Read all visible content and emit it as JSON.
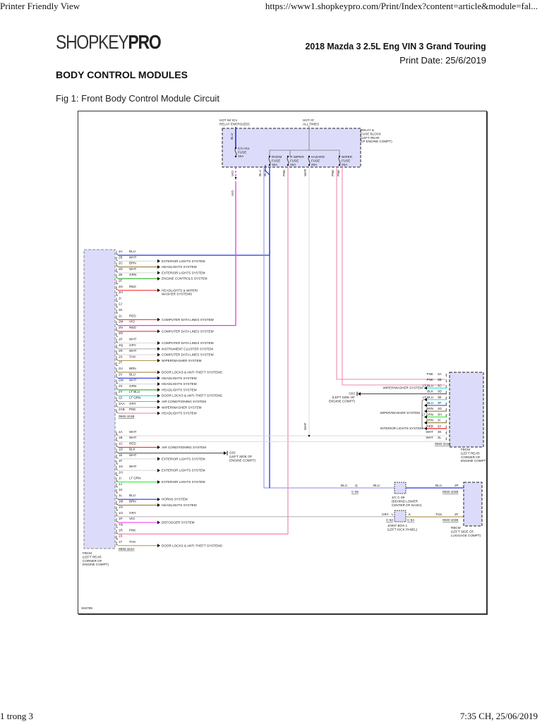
{
  "browser": {
    "header_left": "Printer Friendly View",
    "header_right": "https://www1.shopkeypro.com/Print/Index?content=article&module=fal...",
    "footer_left": "1 trong 3",
    "footer_right": "7:35 CH, 25/06/2019"
  },
  "page": {
    "logo_shopkey": "SHOPKEY",
    "logo_pro": "PRO",
    "vehicle": "2018 Mazda 3 2.5L Eng VIN 3 Grand Touring",
    "print_date": "Print Date: 25/6/2019",
    "section_title": "BODY CONTROL MODULES",
    "figure_caption": "Fig 1: Front Body Control Module Circuit"
  },
  "diagram": {
    "figure_id": "S63789",
    "fuse_block": {
      "label": [
        "RELAY &",
        "FUSE BLOCK",
        "(LEFT REAR",
        "OF ENGINE COMPT)"
      ],
      "hot_ig1": [
        "HOT W/ IG1",
        "RELAY ENERGIZED"
      ],
      "hot_all": [
        "HOT AT",
        "ALL TIMES"
      ],
      "fuses": [
        {
          "name": [
            "C/U IG1",
            "FUSE",
            "15A"
          ]
        },
        {
          "name": [
            "ROOM",
            "FUSE",
            "15A"
          ]
        },
        {
          "name": [
            "R WIPER",
            "FUSE",
            "15A"
          ]
        },
        {
          "name": [
            "HAZARD",
            "FUSE",
            "25A"
          ]
        },
        {
          "name": [
            "WIPER",
            "FUSE",
            "25A"
          ]
        }
      ],
      "wire_labels": [
        "BLU",
        "VIO",
        "VIO",
        "BLU",
        "BLU",
        "PNK",
        "WHT",
        "PNK",
        "PNK"
      ]
    },
    "fbcm_left": {
      "label": [
        "FBCM",
        "(LEFT REAR",
        "CORNER OF",
        "ENGINE COMPT)"
      ],
      "connector_2": "0940-101B",
      "connector_1": "0940-101A",
      "pins": [
        {
          "pin": "2A",
          "color": "BLU",
          "dest": ""
        },
        {
          "pin": "2B",
          "color": "WHT",
          "dest": "EXTERIOR LIGHTS SYSTEM"
        },
        {
          "pin": "2C",
          "color": "BRN",
          "dest": "HEADLIGHTS SYSTEM"
        },
        {
          "pin": "2D",
          "color": "WHT",
          "dest": "EXTERIOR LIGHTS SYSTEM"
        },
        {
          "pin": "2E",
          "color": "GRN",
          "dest": "ENGINE CONTROLS SYSTEM"
        },
        {
          "pin": "2F",
          "color": "",
          "dest": ""
        },
        {
          "pin": "2G",
          "color": "RED",
          "dest": "HEADLIGHTS & WIPER/ WASHER SYSTEMS"
        },
        {
          "pin": "2H",
          "color": "",
          "dest": ""
        },
        {
          "pin": "2I",
          "color": "",
          "dest": ""
        },
        {
          "pin": "2J",
          "color": "",
          "dest": ""
        },
        {
          "pin": "2K",
          "color": "",
          "dest": ""
        },
        {
          "pin": "2L",
          "color": "RED",
          "dest": "COMPUTER DATA LINES SYSTEM"
        },
        {
          "pin": "2M",
          "color": "VIO",
          "dest": ""
        },
        {
          "pin": "2N",
          "color": "RED",
          "dest": "COMPUTER DATA LINES SYSTEM"
        },
        {
          "pin": "2O",
          "color": "",
          "dest": ""
        },
        {
          "pin": "2P",
          "color": "WHT",
          "dest": "COMPUTER DATA LINES SYSTEM"
        },
        {
          "pin": "2Q",
          "color": "GRY",
          "dest": "INSTRUMENT CLUSTER SYSTEM"
        },
        {
          "pin": "2R",
          "color": "WHT",
          "dest": "COMPUTER DATA LINES SYSTEM"
        },
        {
          "pin": "2S",
          "color": "TAN",
          "dest": "WIPER/WASHER SYSTEM"
        },
        {
          "pin": "2T",
          "color": "",
          "dest": ""
        },
        {
          "pin": "2U",
          "color": "BRN",
          "dest": "DOOR LOCKS & ANTI-THEFT SYSTEMS"
        },
        {
          "pin": "2V",
          "color": "BLU",
          "dest": "HEADLIGHTS SYSTEM"
        },
        {
          "pin": "2W",
          "color": "WHT",
          "dest": "HEADLIGHTS SYSTEM"
        },
        {
          "pin": "2X",
          "color": "GRN",
          "dest": "HEADLIGHTS SYSTEM"
        },
        {
          "pin": "2Y",
          "color": "LT BLU",
          "dest": "DOOR LOCKS & ANTI-THEFT SYSTEMS"
        },
        {
          "pin": "2Z",
          "color": "LT GRN",
          "dest": "AIR CONDITIONING SYSTEM"
        },
        {
          "pin": "2AA",
          "color": "GRY",
          "dest": "WIPER/WASHER SYSTEM"
        },
        {
          "pin": "2AB",
          "color": "PNK",
          "dest": "HEADLIGHTS SYSTEM"
        },
        {
          "pin": "1A",
          "color": "WHT",
          "dest": ""
        },
        {
          "pin": "1B",
          "color": "WHT",
          "dest": ""
        },
        {
          "pin": "1C",
          "color": "RED",
          "dest": "AIR CONDITIONING SYSTEM"
        },
        {
          "pin": "1D",
          "color": "BLK",
          "dest": "G02 (LEFT SIDE OF ENGINE COMPT)"
        },
        {
          "pin": "1E",
          "color": "WHT",
          "dest": "EXTERIOR LIGHTS SYSTEM"
        },
        {
          "pin": "1F",
          "color": "",
          "dest": ""
        },
        {
          "pin": "1G",
          "color": "WHT",
          "dest": "EXTERIOR LIGHTS SYSTEM"
        },
        {
          "pin": "1H",
          "color": "",
          "dest": ""
        },
        {
          "pin": "1I",
          "color": "LT GRN",
          "dest": "EXTERIOR LIGHTS SYSTEM"
        },
        {
          "pin": "1J",
          "color": "",
          "dest": ""
        },
        {
          "pin": "1K",
          "color": "",
          "dest": ""
        },
        {
          "pin": "1L",
          "color": "BLU",
          "dest": "HORNS SYSTEM"
        },
        {
          "pin": "1M",
          "color": "BRN",
          "dest": "HEADLIGHTS SYSTEM"
        },
        {
          "pin": "1N",
          "color": "",
          "dest": ""
        },
        {
          "pin": "1O",
          "color": "GRY",
          "dest": ""
        },
        {
          "pin": "1P",
          "color": "VIO",
          "dest": "DEFOGGER SYSTEM"
        },
        {
          "pin": "1Q",
          "color": "",
          "dest": ""
        },
        {
          "pin": "1R",
          "color": "PNK",
          "dest": ""
        },
        {
          "pin": "1S",
          "color": "",
          "dest": ""
        },
        {
          "pin": "1T",
          "color": "TAN",
          "dest": "DOOR LOCKS & ANTI-THEFT SYSTEMS"
        }
      ]
    },
    "fbcm_right": {
      "label": [
        "FBCM",
        "(LEFT REAR",
        "CORNER OF",
        "ENGINE COMPT)"
      ],
      "connector": "0940-101C",
      "pins": [
        {
          "pin": "3A",
          "color": "PNK"
        },
        {
          "pin": "3B",
          "color": "PNK"
        },
        {
          "pin": "3C",
          "color": "LT BLU"
        },
        {
          "pin": "3D",
          "color": "BLK"
        },
        {
          "pin": "3E",
          "color": "LT BLU"
        },
        {
          "pin": "3F",
          "color": "BLU"
        },
        {
          "pin": "3G",
          "color": "BRN"
        },
        {
          "pin": "3H",
          "color": "LT GRN"
        },
        {
          "pin": "3I",
          "color": "BRN"
        },
        {
          "pin": "3J",
          "color": "RED"
        },
        {
          "pin": "3K",
          "color": "WHT"
        },
        {
          "pin": "3L",
          "color": "WHT"
        }
      ],
      "dest_wiper1": "WIPER/WASHER SYSTEM",
      "dest_wiper2": "WIPER/WASHER SYSTEM",
      "dest_interior": "INTERIOR LIGHTS SYSTEM",
      "ground": [
        "G02",
        "(LEFT SIDE OF",
        "ENGINE COMPT)"
      ]
    },
    "splice_wht": "WHT",
    "jc": {
      "label": [
        "J/C C-39",
        "(BEHIND LOWER",
        "CENTER OF DASH)"
      ],
      "in_color": "BLU",
      "in_pin": "Q",
      "in_conn": "C-06",
      "mid_color": "BLU"
    },
    "joint_box": {
      "label": [
        "JOINT BOX 1",
        "(LEFT KICK PANEL)"
      ],
      "in_color": "GRY",
      "in_pin": "L",
      "in_conn": "C-52",
      "out_pin": "K",
      "out_conn": "C-54"
    },
    "rbcm": {
      "label": [
        "RBCM",
        "(LEFT SIDE OF",
        "LUGGAGE COMPT)"
      ],
      "pin_2p": "2P",
      "pin_2p_color": "BLU",
      "conn_2p": "0940-102B",
      "pin_2f": "2F",
      "pin_2f_color": "TAN",
      "conn_2f": "0940-102B"
    },
    "colors": {
      "BLU": "#2233dd",
      "WHT": "#d8d8d8",
      "BRN": "#9a7a3a",
      "GRN": "#22aa22",
      "RED": "#ee3333",
      "VIO": "#ee33ee",
      "GRY": "#b0b0b0",
      "TAN": "#b59a5a",
      "LT BLU": "#33ddee",
      "LT GRN": "#33ee33",
      "PNK": "#f08aa8",
      "BLK": "#555555",
      "module_fill": "#dcdcfa",
      "fuse_fill": "#dcdcfa"
    }
  }
}
